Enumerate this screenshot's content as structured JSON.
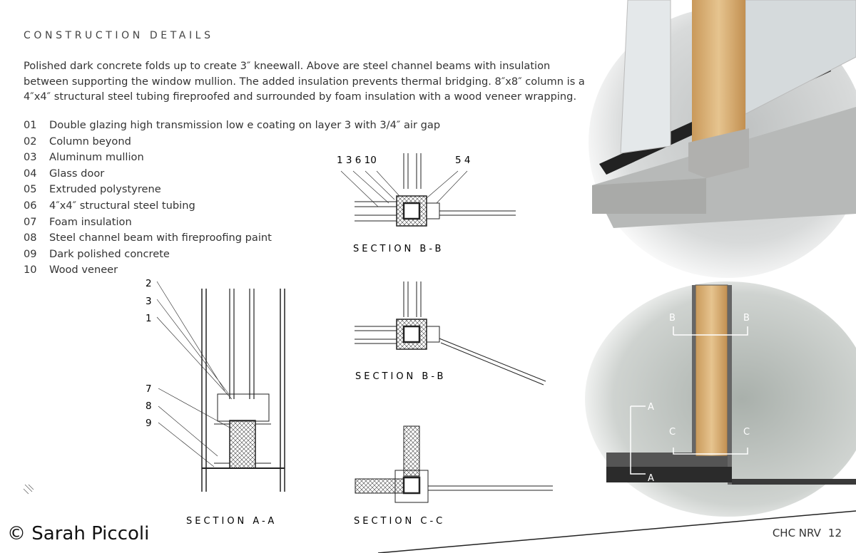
{
  "title": "CONSTRUCTION DETAILS",
  "paragraph": "Polished dark concrete folds up to create 3″ kneewall. Above are steel channel beams with insulation between supporting the window mullion. The added insulation prevents thermal bridging. 8″x8″ column is a 4″x4″ structural steel tubing fireproofed and surrounded by foam insulation with a wood veneer wrapping.",
  "legend": [
    {
      "num": "01",
      "label": "Double glazing high transmission low e coating on layer 3 with 3/4″ air gap"
    },
    {
      "num": "02",
      "label": "Column beyond"
    },
    {
      "num": "03",
      "label": "Aluminum mullion"
    },
    {
      "num": "04",
      "label": "Glass door"
    },
    {
      "num": "05",
      "label": "Extruded polystyrene"
    },
    {
      "num": "06",
      "label": "4″x4″ structural steel tubing"
    },
    {
      "num": "07",
      "label": "Foam insulation"
    },
    {
      "num": "08",
      "label": "Steel channel beam with fireproofing paint"
    },
    {
      "num": "09",
      "label": "Dark polished concrete"
    },
    {
      "num": "10",
      "label": "Wood veneer"
    }
  ],
  "sections": {
    "bb1": {
      "label": "SECTION B-B",
      "callouts_left": "1 3 6 10",
      "callouts_right": "5 4"
    },
    "bb2": {
      "label": "SECTION B-B"
    },
    "cc": {
      "label": "SECTION C-C"
    },
    "aa": {
      "label": "SECTION A-A",
      "callouts": [
        "2",
        "3",
        "1",
        "7",
        "8",
        "9"
      ]
    }
  },
  "plan_markers": {
    "b_left": "B",
    "b_right": "B",
    "a_top": "A",
    "a_bottom": "A",
    "c_left": "C",
    "c_right": "C"
  },
  "footer": {
    "copyright": "© Sarah Piccoli",
    "project": "CHC NRV",
    "page": "12"
  },
  "colors": {
    "wood": "#d9b27a",
    "concrete": "#9a9a9a",
    "dark_concrete": "#2b2b2b"
  }
}
